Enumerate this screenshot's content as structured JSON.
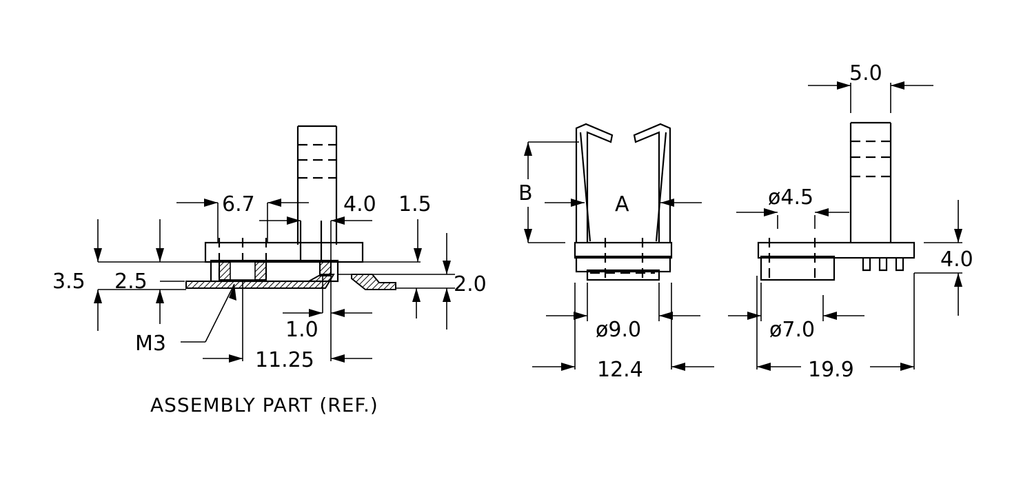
{
  "dimensions": {
    "d_6_7": "6.7",
    "d_4_0_top": "4.0",
    "d_1_5": "1.5",
    "d_3_5": "3.5",
    "d_2_5": "2.5",
    "d_2_0": "2.0",
    "d_1_0": "1.0",
    "d_m3": "M3",
    "d_11_25": "11.25",
    "d_b": "B",
    "d_a": "A",
    "d_phi_9_0": "ø9.0",
    "d_12_4": "12.4",
    "d_5_0": "5.0",
    "d_phi_4_5": "ø4.5",
    "d_4_0_right": "4.0",
    "d_phi_7_0": "ø7.0",
    "d_19_9": "19.9"
  },
  "captions": {
    "assembly": "ASSEMBLY PART (REF.)"
  }
}
